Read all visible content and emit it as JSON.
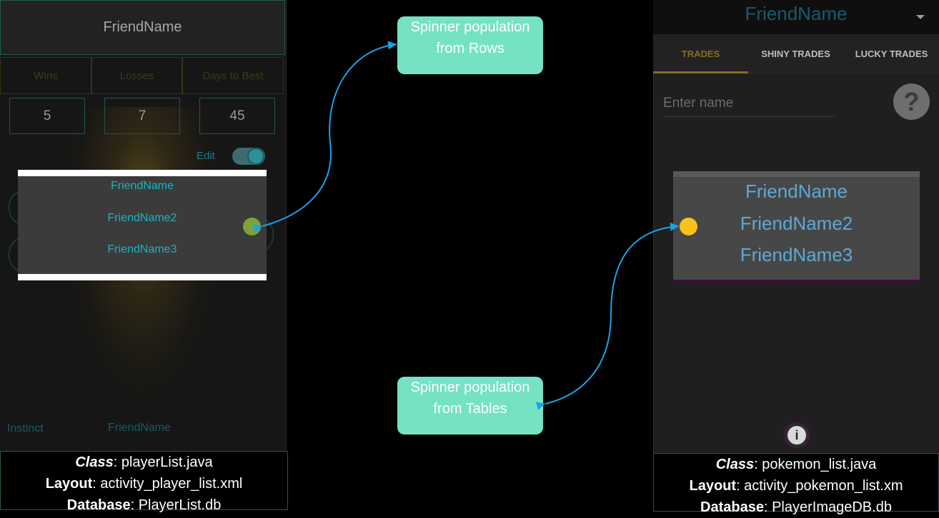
{
  "left_phone": {
    "header_title": "FriendName",
    "stat_headers": [
      "Wins",
      "Losses",
      "Days to Best"
    ],
    "stat_values": [
      "5",
      "7",
      "45"
    ],
    "edit_label": "Edit",
    "dropdown_items": [
      "FriendName",
      "FriendName2",
      "FriendName3"
    ],
    "bottom_left_text": "Instinct",
    "bottom_name_text": "FriendName"
  },
  "left_caption": {
    "class_label": "Class",
    "class_value": ": playerList.java",
    "layout_label": "Layout",
    "layout_value": ": activity_player_list.xml",
    "database_label": "Database",
    "database_value": ": PlayerList.db"
  },
  "center": {
    "top_label": "Spinner population from Rows",
    "bottom_label": "Spinner population from Tables"
  },
  "right_phone": {
    "title": "FriendName",
    "tabs": [
      "TRADES",
      "SHINY TRADES",
      "LUCKY TRADES"
    ],
    "input_placeholder": "Enter name",
    "help_glyph": "?",
    "info_glyph": "i",
    "dropdown_items": [
      "FriendName",
      "FriendName2",
      "FriendName3"
    ]
  },
  "right_caption": {
    "class_label": "Class",
    "class_value": ": pokemon_list.java",
    "layout_label": "Layout",
    "layout_value": ": activity_pokemon_list.xm",
    "database_label": "Database",
    "database_value": ": PlayerImageDB.db"
  },
  "colors": {
    "label_fill": "#75e2c4",
    "arrow": "#1aa3e8",
    "left_dot": "#7ea23a",
    "right_dot": "#f7c21a"
  }
}
